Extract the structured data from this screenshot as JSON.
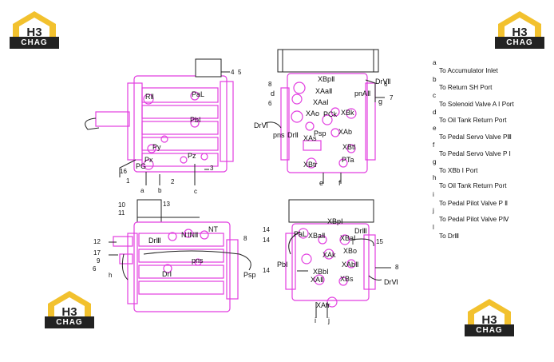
{
  "logo": {
    "mark": "H3",
    "text": "CHAG"
  },
  "legend": [
    {
      "key": "a",
      "text": "To Accumulator Inlet"
    },
    {
      "key": "b",
      "text": "To Return SH Port"
    },
    {
      "key": "c",
      "text": "To Solenoid Valve A Ⅰ Port"
    },
    {
      "key": "d",
      "text": "To Oil Tank Return Port"
    },
    {
      "key": "e",
      "text": "To Pedal Servo Valve PⅢ"
    },
    {
      "key": "f",
      "text": "To Pedal Servo Valve P Ⅰ"
    },
    {
      "key": "g",
      "text": "To XBb Ⅰ Port"
    },
    {
      "key": "h",
      "text": "To Oil Tank Return Port"
    },
    {
      "key": "i",
      "text": "To Pedal Pilot Valve P Ⅱ"
    },
    {
      "key": "j",
      "text": "To Pedal Pilot Valve PⅣ"
    },
    {
      "key": "l",
      "text": "To DrⅢ"
    }
  ],
  "views": {
    "top_left": {
      "callouts": [
        "4",
        "5",
        "3",
        "16",
        "1",
        "2",
        "a",
        "b",
        "c"
      ],
      "ports": [
        "RⅡ",
        "PaL",
        "PbI",
        "Py",
        "Px",
        "PG",
        "Pz"
      ]
    },
    "top_right": {
      "callouts": [
        "8",
        "6",
        "7",
        "6"
      ],
      "ports": [
        "XBpⅡ",
        "DrⅦ",
        "XAaⅡ",
        "d",
        "pnAⅡ",
        "g",
        "XAaⅠ",
        "XBk",
        "XAo",
        "PCk",
        "DrⅥ",
        "pns",
        "DrⅡ",
        "Psp",
        "XAs",
        "XAb",
        "XBtl",
        "XBtr",
        "PTa",
        "e",
        "f"
      ]
    },
    "bottom_left": {
      "callouts": [
        "10",
        "11",
        "13",
        "12",
        "17",
        "9",
        "6",
        "8",
        "h"
      ],
      "ports": [
        "DrⅢ",
        "N",
        "INⅡ",
        "NT",
        "pns",
        "DrⅠ",
        "Psp"
      ]
    },
    "bottom_right": {
      "callouts": [
        "14",
        "14",
        "15",
        "14",
        "8"
      ],
      "ports": [
        "XBpⅠ",
        "PaL",
        "XBaⅡ",
        "XBaⅠ",
        "DrⅢ",
        "l",
        "XBo",
        "XAk",
        "PbI",
        "XAbⅡ",
        "XBbⅠ",
        "XAⅡ",
        "XBs",
        "DrⅥ",
        "XAtr",
        "i",
        "j"
      ]
    }
  },
  "colors": {
    "valve": "#e23ee0",
    "line": "#333333",
    "logo_yellow": "#f2c12e"
  }
}
